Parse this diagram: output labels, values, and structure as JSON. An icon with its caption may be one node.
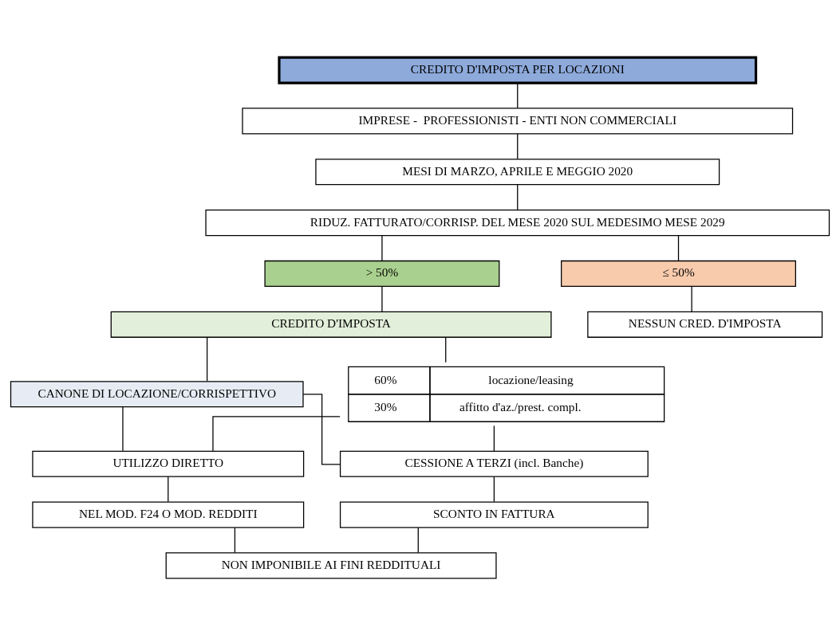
{
  "diagram": {
    "nodes": [
      {
        "text": [
          "CREDITO D'IMPOSTA PER LOCAZIONI"
        ]
      },
      {
        "text": [
          "IMPRESE -  PROFESSIONISTI - ENTI NON COMMERCIALI"
        ]
      },
      {
        "text": [
          "MESI DI MARZO, APRILE E MEGGIO 2020"
        ]
      },
      {
        "text": [
          "RIDUZ. FATTURATO/CORRISP. DEL MESE 2020 SUL MEDESIMO MESE 2029"
        ]
      },
      {
        "text": [
          "> 50%"
        ]
      },
      {
        "text": [
          "≤ 50%"
        ]
      },
      {
        "text": [
          "CREDITO D'IMPOSTA"
        ]
      },
      {
        "text": [
          "NESSUN CRED. D'IMPOSTA"
        ]
      },
      {
        "text": [
          "CANONE DI LOCAZIONE/CORRISPETTIVO"
        ]
      },
      {
        "text": [
          "60%",
          "locazione/leasing",
          "30%",
          "affitto d'az./prest. compl."
        ]
      },
      {
        "text": [
          "UTILIZZO DIRETTO"
        ]
      },
      {
        "text": [
          "CESSIONE A TERZI (incl. Banche)"
        ]
      },
      {
        "text": [
          "NEL MOD. F24 O MOD. REDDITI"
        ]
      },
      {
        "text": [
          "SCONTO IN FATTURA"
        ]
      },
      {
        "text": [
          "NON IMPONIBILE AI FINI REDDITUALI"
        ]
      }
    ],
    "edges": [
      {
        "from": 0,
        "to": 1,
        "arrow": "none"
      },
      {
        "from": 1,
        "to": 2,
        "arrow": "none"
      },
      {
        "from": 2,
        "to": 3,
        "arrow": "none"
      },
      {
        "from": 3,
        "to": 4,
        "arrow": "none"
      },
      {
        "from": 3,
        "to": 5,
        "arrow": "none"
      },
      {
        "from": 4,
        "to": 6,
        "arrow": "none"
      },
      {
        "from": 5,
        "to": 7,
        "arrow": "none"
      },
      {
        "from": 6,
        "to": 8,
        "arrow": "none"
      },
      {
        "from": 6,
        "to": 9,
        "arrow": "none"
      },
      {
        "from": 8,
        "to": 10,
        "arrow": "none"
      },
      {
        "from": 8,
        "to": 11,
        "arrow": "none"
      },
      {
        "from": 9,
        "to": 10,
        "arrow": "none"
      },
      {
        "from": 9,
        "to": 11,
        "arrow": "none"
      },
      {
        "from": 10,
        "to": 12,
        "arrow": "none"
      },
      {
        "from": 11,
        "to": 13,
        "arrow": "none"
      },
      {
        "from": 12,
        "to": 14,
        "arrow": "none"
      },
      {
        "from": 13,
        "to": 14,
        "arrow": "none"
      }
    ]
  }
}
